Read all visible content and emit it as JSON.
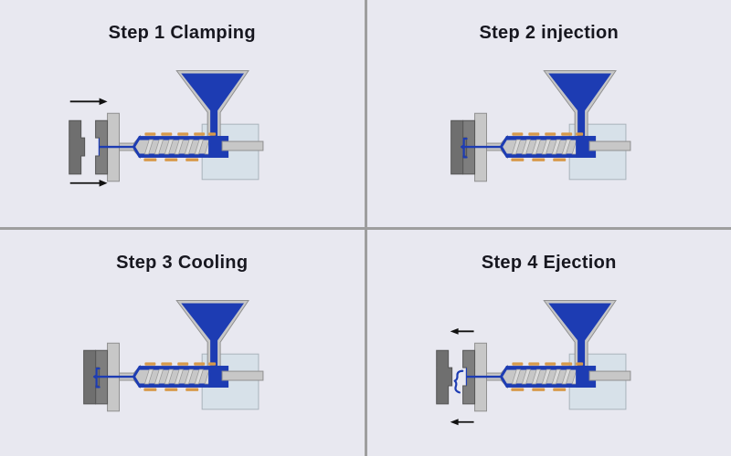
{
  "diagram": {
    "panels": [
      {
        "title": "Step 1 Clamping",
        "mold_state": "open",
        "arrows": "right",
        "part": "none"
      },
      {
        "title": "Step 2 injection",
        "mold_state": "closed",
        "arrows": "none",
        "part": "in-cavity"
      },
      {
        "title": "Step 3 Cooling",
        "mold_state": "closed",
        "arrows": "none",
        "part": "in-cavity"
      },
      {
        "title": "Step 4 Ejection",
        "mold_state": "open",
        "arrows": "left",
        "part": "ejected"
      }
    ]
  },
  "colors": {
    "background": "#e8e8f0",
    "divider": "#9e9e9e",
    "title_text": "#17171f",
    "blue": "#1d3cb3",
    "pale_blue": "#d7e1e9",
    "pale_blue_border": "#a9b3bb",
    "silver": "#c7c7c7",
    "silver_border": "#8f8f8f",
    "plate_dark": "#7e7e7e",
    "plate_darker": "#6f6f6f",
    "plate_border": "#555555",
    "orange": "#d79a4b",
    "arrow": "#111111"
  }
}
